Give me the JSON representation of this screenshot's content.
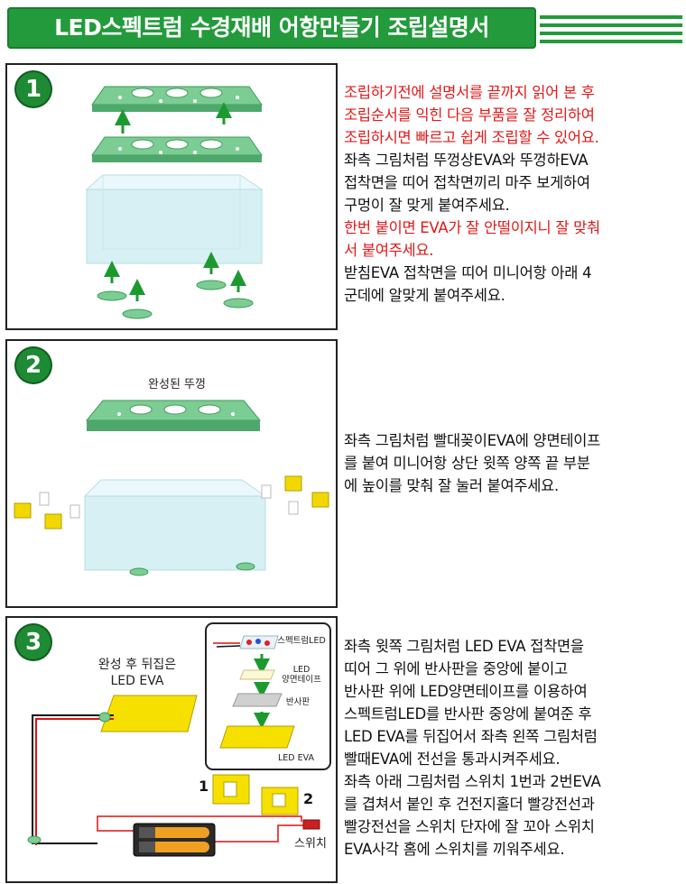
{
  "header": {
    "title": "LED스펙트럼 수경재배 어항만들기 조립설명서"
  },
  "colors": {
    "brand_green": "#239a3b",
    "panel_green": "#6fc38a",
    "tank_blue": "#d6f0f4",
    "eva_yellow": "#f5e000",
    "warning_red": "#e01818",
    "arrow_green": "#1c9a2f"
  },
  "steps": [
    {
      "number": "1",
      "lines": [
        {
          "text": "조립하기전에 설명서를 끝까지 읽어 본 후",
          "color": "red"
        },
        {
          "text": "조립순서를 익힌 다음 부품을 잘 정리하여",
          "color": "red"
        },
        {
          "text": "조립하시면 빠르고 쉽게 조립할 수 있어요.",
          "color": "red"
        },
        {
          "text": "좌측 그림처럼 뚜껑상EVA와 뚜껑하EVA",
          "color": "black"
        },
        {
          "text": "접착면을 띠어 접착면끼리 마주 보게하여",
          "color": "black"
        },
        {
          "text": "구멍이 잘 맞게 붙여주세요.",
          "color": "black"
        },
        {
          "text": "한번 붙이면 EVA가 잘 안떨이지니 잘 맞춰",
          "color": "red"
        },
        {
          "text": "서 붙여주세요.",
          "color": "red"
        },
        {
          "text": "받침EVA 접착면을 띠어 미니어항 아래 4",
          "color": "black"
        },
        {
          "text": "군데에 알맞게 붙여주세요.",
          "color": "black"
        }
      ]
    },
    {
      "number": "2",
      "figure_label": "완성된 뚜껑",
      "lines": [
        {
          "text": "좌측 그림처럼 빨대꽂이EVA에 양면테이프",
          "color": "black"
        },
        {
          "text": "를 붙여 미니어항 상단 윗쪽 양쪽 끝 부분",
          "color": "black"
        },
        {
          "text": "에 높이를 맞춰 잘 눌러 붙여주세요.",
          "color": "black"
        }
      ]
    },
    {
      "number": "3",
      "figure_label_line1": "완성 후 뒤집은",
      "figure_label_line2": "LED EVA",
      "inset_labels": {
        "spectrum_led": "스펙트럼LED",
        "tape_line1": "LED",
        "tape_line2": "양면테이프",
        "reflector": "반사판",
        "led_eva": "LED EVA"
      },
      "switch_label": "스위치",
      "part1": "1",
      "part2": "2",
      "lines": [
        {
          "text": "좌측 윗쪽 그림처럼 LED EVA 접착면을",
          "color": "black"
        },
        {
          "text": "띠어 그 위에 반사판을 중앙에 붙이고",
          "color": "black"
        },
        {
          "text": "반사판 위에 LED양면테이프를 이용하여",
          "color": "black"
        },
        {
          "text": "스펙트럼LED를 반사판 중앙에 붙여준 후",
          "color": "black"
        },
        {
          "text": "LED EVA를 뒤집어서 좌측 왼쪽 그림처럼",
          "color": "black"
        },
        {
          "text": "빨때EVA에 전선을 통과시켜주세요.",
          "color": "black"
        },
        {
          "text": "좌측 아래 그림처럼 스위치 1번과 2번EVA",
          "color": "black"
        },
        {
          "text": "를 겹쳐서 붙인 후 건전지홀더 빨강전선과",
          "color": "black"
        },
        {
          "text": "빨강전선을 스위치 단자에 잘 꼬아 스위치",
          "color": "black"
        },
        {
          "text": "EVA사각 홈에 스위치를 끼워주세요.",
          "color": "black"
        }
      ]
    }
  ]
}
